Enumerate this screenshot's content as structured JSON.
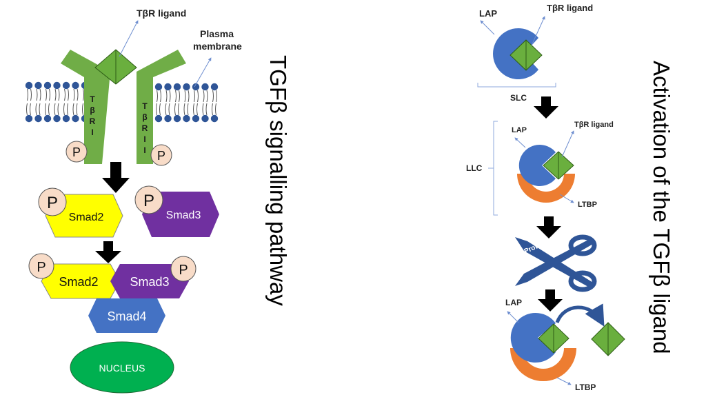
{
  "left_panel": {
    "title": "TGFβ signalling pathway",
    "ligand_label": "TβR ligand",
    "membrane_label_line1": "Plasma",
    "membrane_label_line2": "membrane",
    "receptor1_letters": [
      "T",
      "β",
      "R",
      "I"
    ],
    "receptor2_letters": [
      "T",
      "β",
      "R",
      "I",
      "I"
    ],
    "phospho_label": "P",
    "smad2_label": "Smad2",
    "smad3_label": "Smad3",
    "smad4_label": "Smad4",
    "nucleus_label": "NUCLEUS"
  },
  "right_panel": {
    "title": "Activation of the TGFβ ligand",
    "lap_label": "LAP",
    "ligand_label": "TβR ligand",
    "slc_label": "SLC",
    "llc_label": "LLC",
    "ltbp_label": "LTBP",
    "protease_label": "Protease"
  },
  "colors": {
    "receptor_green": "#70AD47",
    "ligand_green": "#6AAF3E",
    "lap_blue": "#4472C4",
    "ltbp_orange": "#ED7D31",
    "smad2_yellow": "#FFFF00",
    "smad3_purple": "#7030A0",
    "smad4_blue": "#4472C4",
    "nucleus_green": "#00B050",
    "phospho_pink": "#F8DCC8",
    "lipid_head": "#2F5597",
    "arrow": "#000000",
    "scissors": "#2F5597"
  }
}
